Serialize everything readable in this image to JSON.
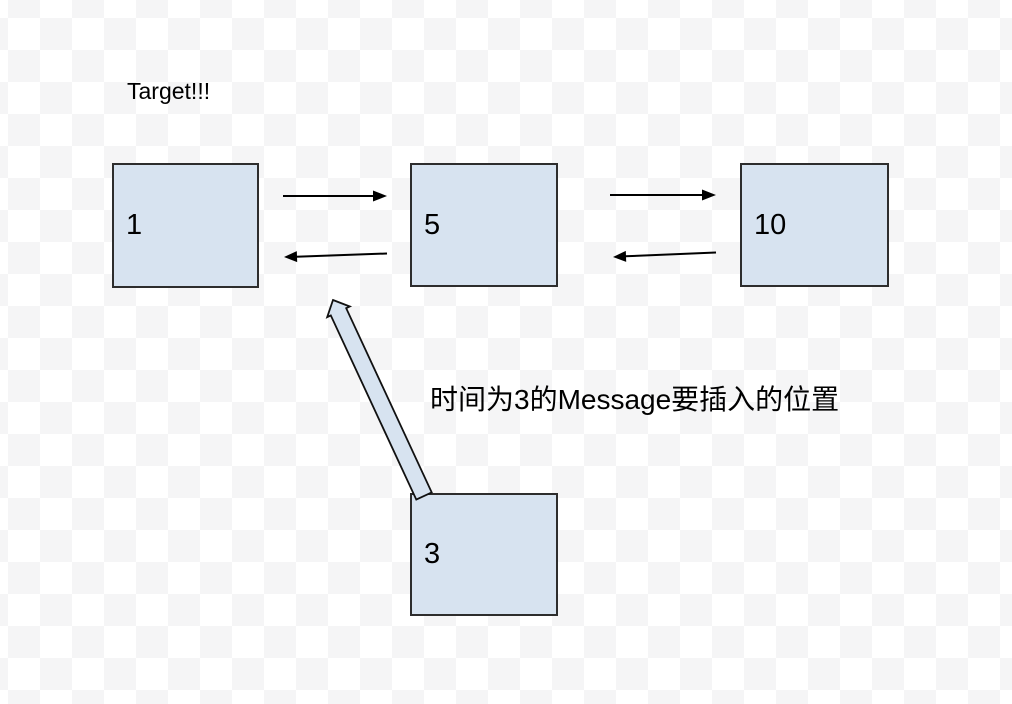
{
  "title": "Target!!!",
  "annotation": "时间为3的Message要插入的位置",
  "nodes": [
    {
      "id": "node-1",
      "label": "1"
    },
    {
      "id": "node-5",
      "label": "5"
    },
    {
      "id": "node-10",
      "label": "10"
    },
    {
      "id": "node-3",
      "label": "3"
    }
  ],
  "edges": [
    {
      "from": "1",
      "to": "5",
      "direction": "right"
    },
    {
      "from": "5",
      "to": "1",
      "direction": "left"
    },
    {
      "from": "5",
      "to": "10",
      "direction": "right"
    },
    {
      "from": "10",
      "to": "5",
      "direction": "left"
    }
  ],
  "insert_arrow": {
    "from": "node-3",
    "to": "position between node-1 and node-5"
  },
  "colors": {
    "node_fill": "#d7e3f0",
    "node_border": "#2d2d2d",
    "arrow_stroke": "#000000",
    "bg_white": "#ffffff",
    "bg_gray": "#f5f5f6"
  }
}
